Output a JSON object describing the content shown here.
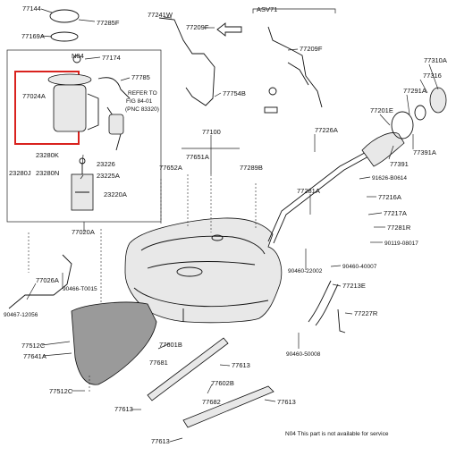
{
  "variant_label": "ASV71",
  "note": "N04 This part is not available for service",
  "refer": {
    "line1": "REFER TO",
    "line2": "FIG 84-01",
    "line3": "(PNC 83320)"
  },
  "highlight_color": "#d9221e",
  "labels": {
    "l77144": "77144",
    "l77285F": "77285F",
    "l77169A": "77169A",
    "l77241W": "77241W",
    "l77209F_a": "77209F",
    "l77209F_b": "77209F",
    "lN04": "N04",
    "l77174": "77174",
    "l77785": "77785",
    "l77024A": "77024A",
    "l77754B": "77754B",
    "l77100": "77100",
    "l77310A": "77310A",
    "l77316": "77316",
    "l77291A": "77291A",
    "l77201E": "77201E",
    "l77226A": "77226A",
    "l77391": "77391",
    "l77391A": "77391A",
    "l23280K": "23280K",
    "l23226": "23226",
    "l23280J": "23280J",
    "l23280N": "23280N",
    "l23225A": "23225A",
    "l23220A": "23220A",
    "l77651A": "77651A",
    "l77652A": "77652A",
    "l77289B": "77289B",
    "l91626": "91626-B0614",
    "l77216A": "77216A",
    "l77281A": "77281A",
    "l77217A": "77217A",
    "l77281R": "77281R",
    "l90119": "90119-08017",
    "l77020A": "77020A",
    "l90460_22002": "90460-22002",
    "l90460_40007": "90460-40007",
    "l77026A": "77026A",
    "l90466": "90466-T0015",
    "l77213E": "77213E",
    "l90467": "90467-12056",
    "l77227R": "77227R",
    "l77512C_a": "77512C",
    "l77641A": "77641A",
    "l77601B": "77601B",
    "l77681": "77681",
    "l77613_a": "77613",
    "l90460_50008": "90460-50008",
    "l77512C_b": "77512C",
    "l77602B": "77602B",
    "l77682": "77682",
    "l77613_b": "77613",
    "l77613_c": "77613",
    "l77613_d": "77613"
  }
}
